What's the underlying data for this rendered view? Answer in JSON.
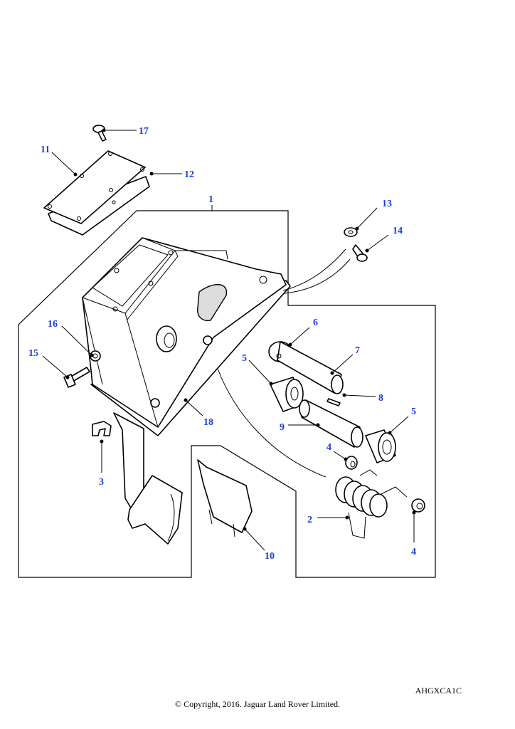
{
  "diagram": {
    "reference_code": "AHGXCA1C",
    "copyright": "© Copyright, 2016. Jaguar Land Rover Limited.",
    "callouts": {
      "c1": "1",
      "c2": "2",
      "c3": "3",
      "c4a": "4",
      "c4b": "4",
      "c5a": "5",
      "c5b": "5",
      "c6": "6",
      "c7": "7",
      "c8": "8",
      "c9": "9",
      "c10": "10",
      "c11": "11",
      "c12": "12",
      "c13": "13",
      "c14": "14",
      "c15": "15",
      "c16": "16",
      "c17": "17",
      "c18": "18"
    }
  }
}
